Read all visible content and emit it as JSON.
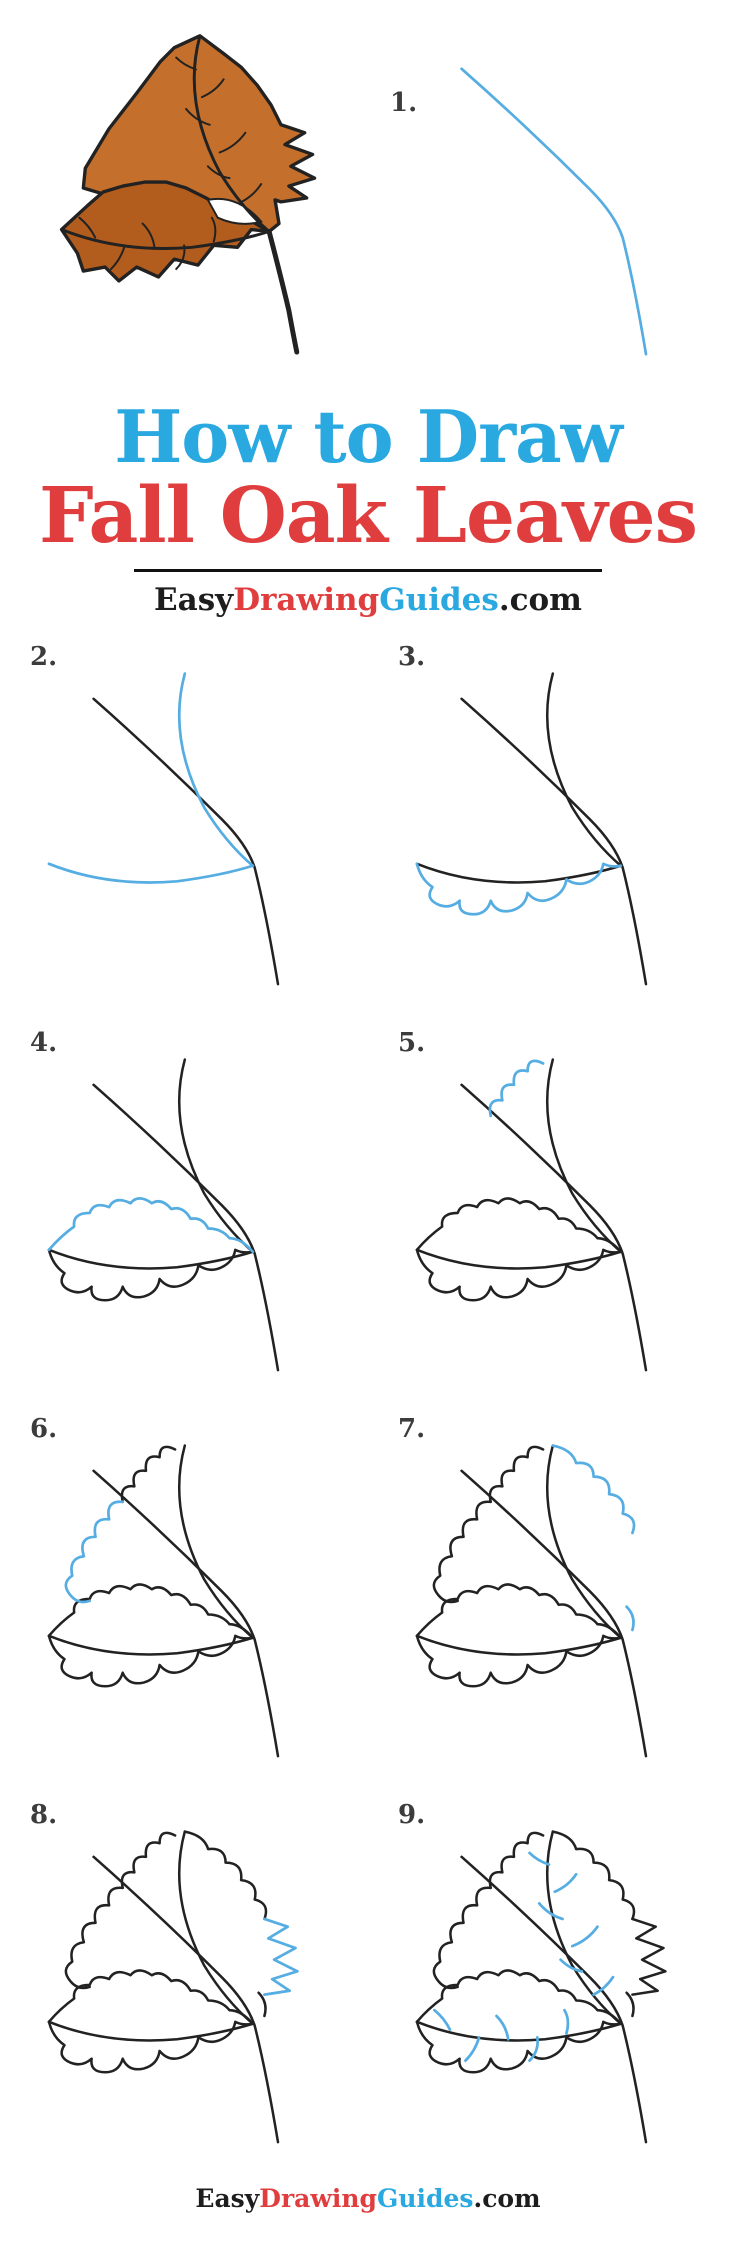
{
  "colors": {
    "accent_blue": "#2aa9e0",
    "accent_red": "#e03e3e",
    "text_black": "#1d1d1d",
    "line_black": "#222222",
    "line_blue": "#56ade2",
    "leaf_orange": "#c4702c",
    "leaf_orange_dark": "#b25c1e",
    "step_number": "#3c3c3c",
    "divider": "#111111"
  },
  "title": {
    "line1": "How to Draw",
    "line2": "Fall Oak Leaves"
  },
  "branding": {
    "easy": "Easy",
    "drawing": "Drawing",
    "guides": "Guides",
    "com": ".com"
  },
  "hero": {
    "finished_drawing": "finished fall oak leaves color illustration"
  },
  "steps": [
    {
      "number": "1."
    },
    {
      "number": "2."
    },
    {
      "number": "3."
    },
    {
      "number": "4."
    },
    {
      "number": "5."
    },
    {
      "number": "6."
    },
    {
      "number": "7."
    },
    {
      "number": "8."
    },
    {
      "number": "9."
    }
  ]
}
